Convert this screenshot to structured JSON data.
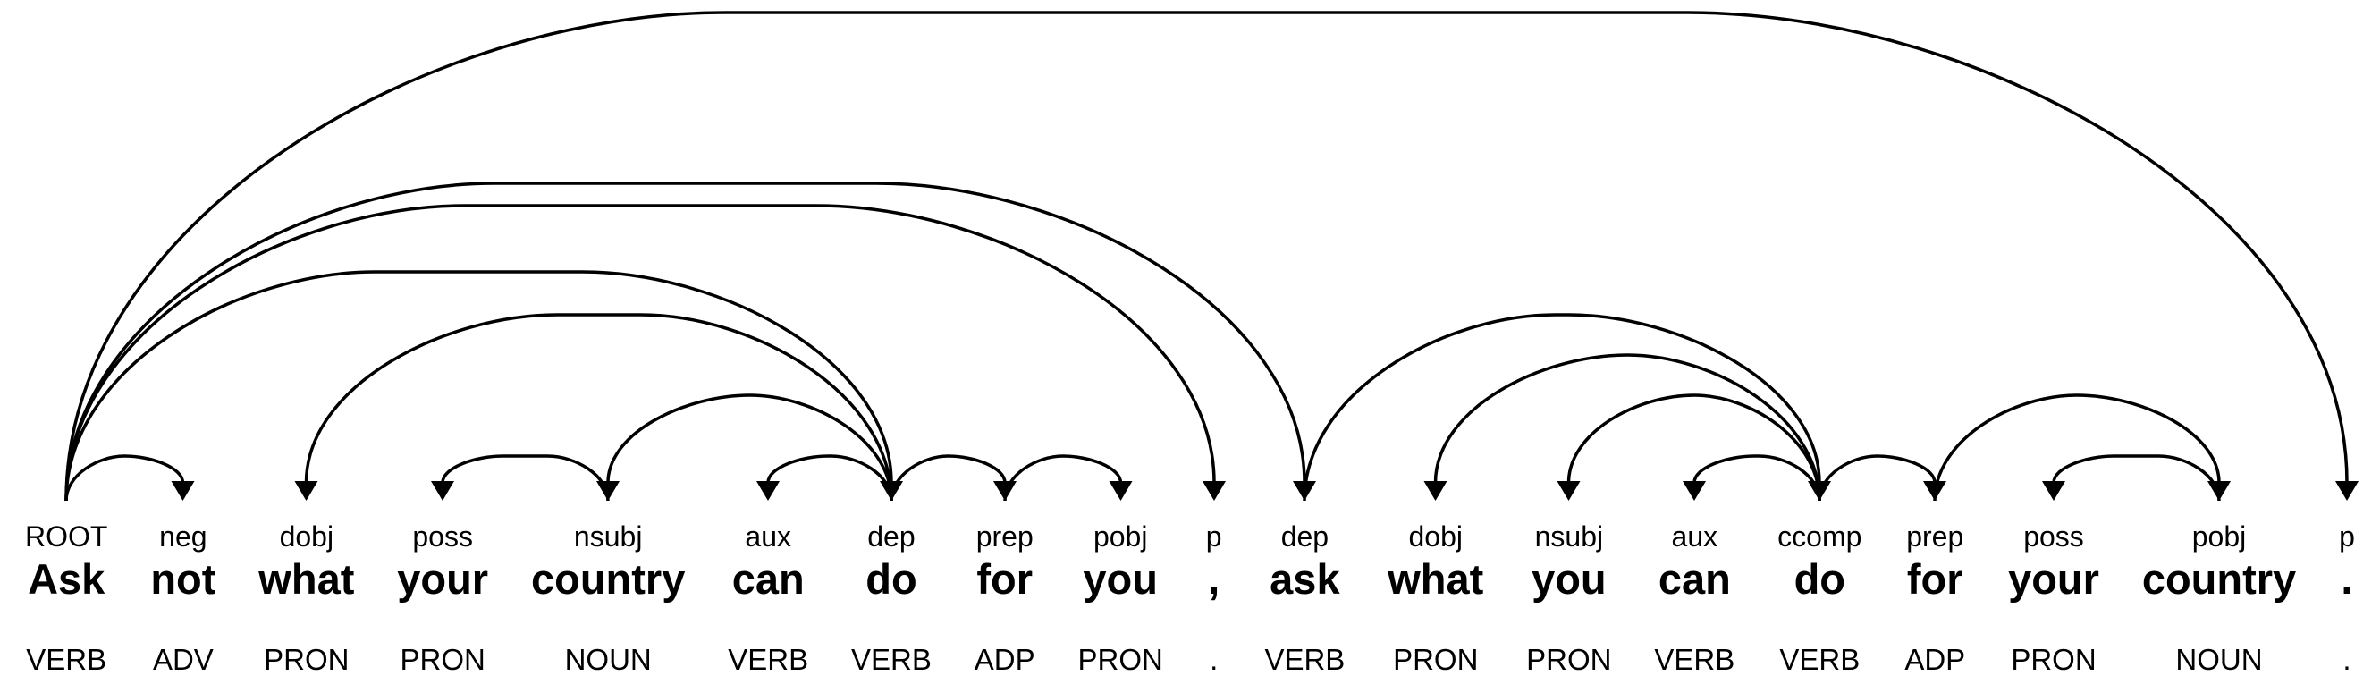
{
  "figure": {
    "background_color": "#ffffff",
    "line_color": "#000000",
    "text_color": "#000000"
  },
  "sentence": "Ask not what your country can do for you , ask what you can do for your country .",
  "tokens": [
    {
      "text": "Ask",
      "dep": "ROOT",
      "pos": "VERB"
    },
    {
      "text": "not",
      "dep": "neg",
      "pos": "ADV"
    },
    {
      "text": "what",
      "dep": "dobj",
      "pos": "PRON"
    },
    {
      "text": "your",
      "dep": "poss",
      "pos": "PRON"
    },
    {
      "text": "country",
      "dep": "nsubj",
      "pos": "NOUN"
    },
    {
      "text": "can",
      "dep": "aux",
      "pos": "VERB"
    },
    {
      "text": "do",
      "dep": "dep",
      "pos": "VERB"
    },
    {
      "text": "for",
      "dep": "prep",
      "pos": "ADP"
    },
    {
      "text": "you",
      "dep": "pobj",
      "pos": "PRON"
    },
    {
      "text": ",",
      "dep": "p",
      "pos": "."
    },
    {
      "text": "ask",
      "dep": "dep",
      "pos": "VERB"
    },
    {
      "text": "what",
      "dep": "dobj",
      "pos": "PRON"
    },
    {
      "text": "you",
      "dep": "nsubj",
      "pos": "PRON"
    },
    {
      "text": "can",
      "dep": "aux",
      "pos": "VERB"
    },
    {
      "text": "do",
      "dep": "ccomp",
      "pos": "VERB"
    },
    {
      "text": "for",
      "dep": "prep",
      "pos": "ADP"
    },
    {
      "text": "your",
      "dep": "poss",
      "pos": "PRON"
    },
    {
      "text": "country",
      "dep": "pobj",
      "pos": "NOUN"
    },
    {
      "text": ".",
      "dep": "p",
      "pos": "."
    }
  ],
  "arcs": [
    {
      "head": 0,
      "dep": 1,
      "label": "neg"
    },
    {
      "head": 6,
      "dep": 2,
      "label": "dobj"
    },
    {
      "head": 4,
      "dep": 3,
      "label": "poss"
    },
    {
      "head": 6,
      "dep": 4,
      "label": "nsubj"
    },
    {
      "head": 6,
      "dep": 5,
      "label": "aux"
    },
    {
      "head": 0,
      "dep": 6,
      "label": "dep"
    },
    {
      "head": 6,
      "dep": 7,
      "label": "prep"
    },
    {
      "head": 7,
      "dep": 8,
      "label": "pobj"
    },
    {
      "head": 0,
      "dep": 9,
      "label": "p"
    },
    {
      "head": 0,
      "dep": 10,
      "label": "dep"
    },
    {
      "head": 14,
      "dep": 11,
      "label": "dobj"
    },
    {
      "head": 14,
      "dep": 12,
      "label": "nsubj"
    },
    {
      "head": 14,
      "dep": 13,
      "label": "aux"
    },
    {
      "head": 10,
      "dep": 14,
      "label": "ccomp"
    },
    {
      "head": 14,
      "dep": 15,
      "label": "prep"
    },
    {
      "head": 15,
      "dep": 17,
      "label": "pobj"
    },
    {
      "head": 17,
      "dep": 16,
      "label": "poss"
    },
    {
      "head": 0,
      "dep": 18,
      "label": "p"
    }
  ]
}
